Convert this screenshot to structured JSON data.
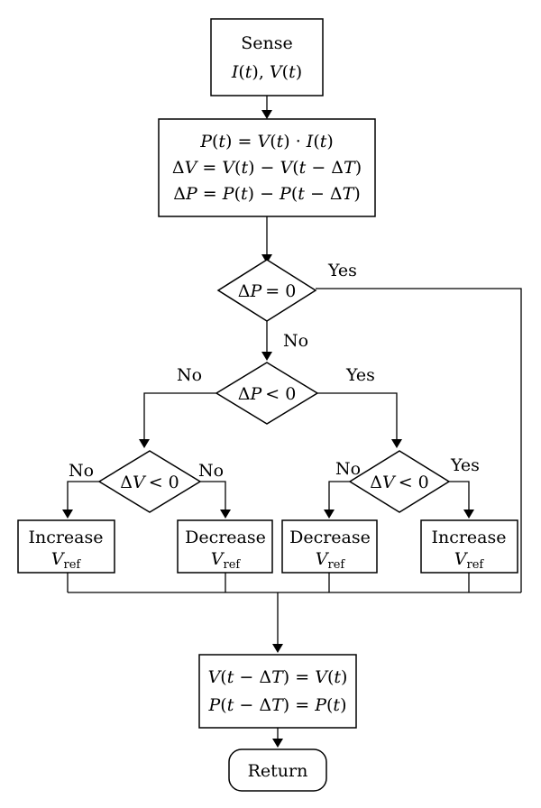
{
  "sense": {
    "title": "Sense",
    "it": "I",
    "vt": "V"
  },
  "compute": {
    "line1": {
      "lhs": "P",
      "r1": "V",
      "r2": "I"
    },
    "line2": {
      "lhs": "V",
      "a": "V",
      "b": "V"
    },
    "line3": {
      "lhs": "P",
      "a": "P",
      "b": "P"
    }
  },
  "decision1": {
    "var": "P",
    "rhs": "= 0",
    "yes": "Yes",
    "no": "No"
  },
  "decision2": {
    "var": "P",
    "rhs": "< 0",
    "yes": "Yes",
    "no": "No"
  },
  "decision3": {
    "var": "V",
    "rhs": "< 0",
    "left": "No",
    "right": "No"
  },
  "decision4": {
    "var": "V",
    "rhs": "< 0",
    "left": "No",
    "right": "Yes"
  },
  "actions": {
    "a1": {
      "verb": "Increase",
      "v": "V",
      "sub": "ref"
    },
    "a2": {
      "verb": "Decrease",
      "v": "V",
      "sub": "ref"
    },
    "a3": {
      "verb": "Decrease",
      "v": "V",
      "sub": "ref"
    },
    "a4": {
      "verb": "Increase",
      "v": "V",
      "sub": "ref"
    }
  },
  "update": {
    "line1": {
      "l": "V",
      "r": "V"
    },
    "line2": {
      "l": "P",
      "r": "P"
    }
  },
  "return_label": "Return"
}
